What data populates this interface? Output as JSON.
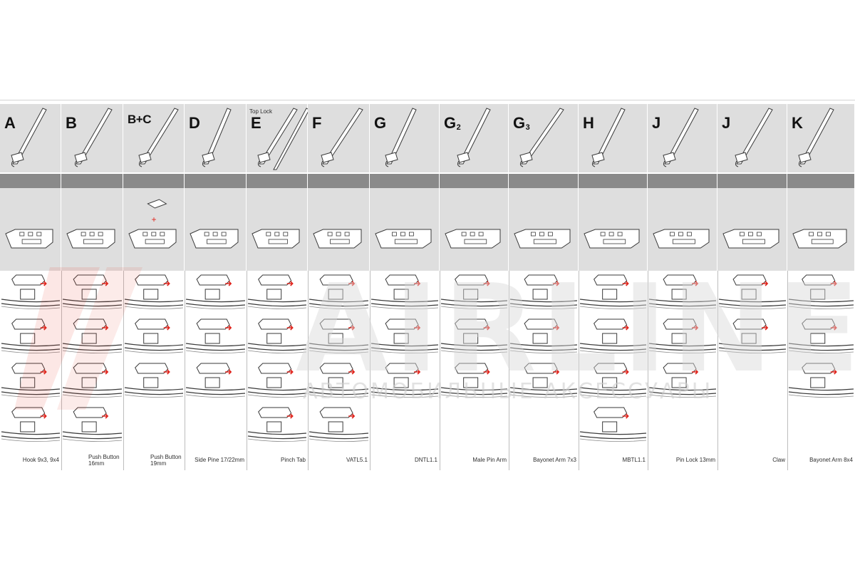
{
  "top_note": "Top Lock",
  "columns": [
    {
      "arm": "Hook 9x3, 9x4",
      "letter": "A",
      "sub": ""
    },
    {
      "arm": "Push Button\n16mm",
      "letter": "B",
      "sub": ""
    },
    {
      "arm": "Push Button\n19mm",
      "letter": "B+C",
      "sub": ""
    },
    {
      "arm": "Side Pine 17/22mm",
      "letter": "D",
      "sub": ""
    },
    {
      "arm": "Pinch Tab",
      "letter": "E",
      "sub": ""
    },
    {
      "arm": "VATL5.1",
      "letter": "F",
      "sub": ""
    },
    {
      "arm": "DNTL1.1",
      "letter": "G",
      "sub": ""
    },
    {
      "arm": "Male Pin Arm",
      "letter": "G",
      "sub": "2"
    },
    {
      "arm": "Bayonet Arm 7x3",
      "letter": "G",
      "sub": "3"
    },
    {
      "arm": "MBTL1.1",
      "letter": "H",
      "sub": ""
    },
    {
      "arm": "Pin Lock 13mm",
      "letter": "J",
      "sub": ""
    },
    {
      "arm": "Claw",
      "letter": "J",
      "sub": ""
    },
    {
      "arm": "Bayonet Arm 8x4",
      "letter": "K",
      "sub": ""
    }
  ],
  "step_counts": [
    4,
    4,
    3,
    3,
    4,
    4,
    3,
    3,
    3,
    4,
    3,
    2,
    3
  ],
  "watermark": {
    "logo": "AIRLINE",
    "tagline": "АВТОМОБИЛЬНЫЕ АКСЕССУАРЫ"
  },
  "colors": {
    "panel": "#dedede",
    "band": "#8a8a8a",
    "arrow": "#e0241c",
    "line": "#3a3a3a"
  }
}
